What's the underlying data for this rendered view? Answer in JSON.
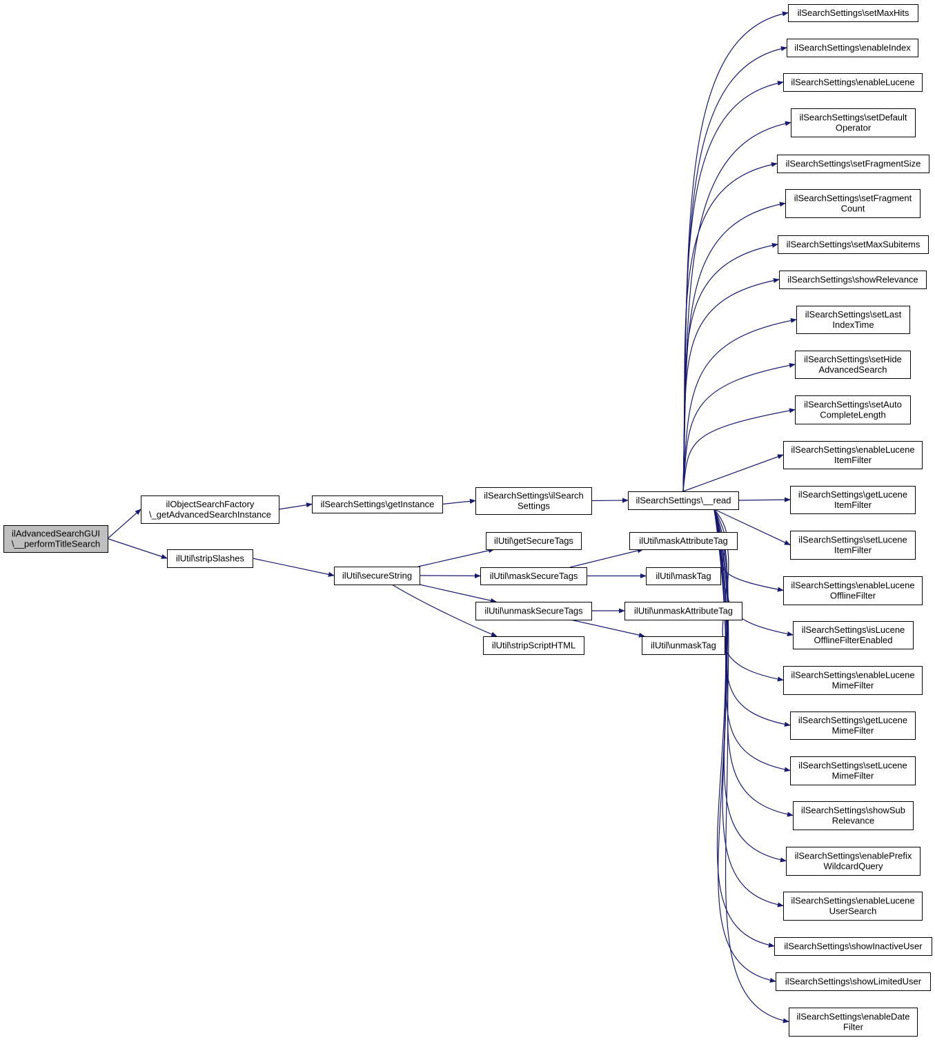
{
  "diagram": {
    "colors": {
      "edge": "#191970",
      "root_fill": "#bfbfbf",
      "node_fill": "#ffffff",
      "node_stroke": "#000000"
    },
    "nodes": [
      {
        "id": "root",
        "lines": [
          "ilAdvancedSearchGUI",
          "\\__performTitleSearch"
        ],
        "root": true
      },
      {
        "id": "factory",
        "lines": [
          "ilObjectSearchFactory",
          "\\_getAdvancedSearchInstance"
        ]
      },
      {
        "id": "getInstance",
        "lines": [
          "ilSearchSettings\\getInstance"
        ]
      },
      {
        "id": "ctor",
        "lines": [
          "ilSearchSettings\\ilSearch",
          "Settings"
        ]
      },
      {
        "id": "read",
        "lines": [
          "ilSearchSettings\\__read"
        ]
      },
      {
        "id": "stripSlashes",
        "lines": [
          "ilUtil\\stripSlashes"
        ]
      },
      {
        "id": "secureString",
        "lines": [
          "ilUtil\\secureString"
        ]
      },
      {
        "id": "getSecureTags",
        "lines": [
          "ilUtil\\getSecureTags"
        ]
      },
      {
        "id": "maskSecureTags",
        "lines": [
          "ilUtil\\maskSecureTags"
        ]
      },
      {
        "id": "unmaskSecureTags",
        "lines": [
          "ilUtil\\unmaskSecureTags"
        ]
      },
      {
        "id": "stripScriptHTML",
        "lines": [
          "ilUtil\\stripScriptHTML"
        ]
      },
      {
        "id": "maskAttributeTag",
        "lines": [
          "ilUtil\\maskAttributeTag"
        ]
      },
      {
        "id": "maskTag",
        "lines": [
          "ilUtil\\maskTag"
        ]
      },
      {
        "id": "unmaskAttributeTag",
        "lines": [
          "ilUtil\\unmaskAttributeTag"
        ]
      },
      {
        "id": "unmaskTag",
        "lines": [
          "ilUtil\\unmaskTag"
        ]
      },
      {
        "id": "r0",
        "lines": [
          "ilSearchSettings\\setMaxHits"
        ]
      },
      {
        "id": "r1",
        "lines": [
          "ilSearchSettings\\enableIndex"
        ]
      },
      {
        "id": "r2",
        "lines": [
          "ilSearchSettings\\enableLucene"
        ]
      },
      {
        "id": "r3",
        "lines": [
          "ilSearchSettings\\setDefault",
          "Operator"
        ]
      },
      {
        "id": "r4",
        "lines": [
          "ilSearchSettings\\setFragmentSize"
        ]
      },
      {
        "id": "r5",
        "lines": [
          "ilSearchSettings\\setFragment",
          "Count"
        ]
      },
      {
        "id": "r6",
        "lines": [
          "ilSearchSettings\\setMaxSubitems"
        ]
      },
      {
        "id": "r7",
        "lines": [
          "ilSearchSettings\\showRelevance"
        ]
      },
      {
        "id": "r8",
        "lines": [
          "ilSearchSettings\\setLast",
          "IndexTime"
        ]
      },
      {
        "id": "r9",
        "lines": [
          "ilSearchSettings\\setHide",
          "AdvancedSearch"
        ]
      },
      {
        "id": "r10",
        "lines": [
          "ilSearchSettings\\setAuto",
          "CompleteLength"
        ]
      },
      {
        "id": "r11",
        "lines": [
          "ilSearchSettings\\enableLucene",
          "ItemFilter"
        ]
      },
      {
        "id": "r12",
        "lines": [
          "ilSearchSettings\\getLucene",
          "ItemFilter"
        ]
      },
      {
        "id": "r13",
        "lines": [
          "ilSearchSettings\\setLucene",
          "ItemFilter"
        ]
      },
      {
        "id": "r14",
        "lines": [
          "ilSearchSettings\\enableLucene",
          "OfflineFilter"
        ]
      },
      {
        "id": "r15",
        "lines": [
          "ilSearchSettings\\isLucene",
          "OfflineFilterEnabled"
        ]
      },
      {
        "id": "r16",
        "lines": [
          "ilSearchSettings\\enableLucene",
          "MimeFilter"
        ]
      },
      {
        "id": "r17",
        "lines": [
          "ilSearchSettings\\getLucene",
          "MimeFilter"
        ]
      },
      {
        "id": "r18",
        "lines": [
          "ilSearchSettings\\setLucene",
          "MimeFilter"
        ]
      },
      {
        "id": "r19",
        "lines": [
          "ilSearchSettings\\showSub",
          "Relevance"
        ]
      },
      {
        "id": "r20",
        "lines": [
          "ilSearchSettings\\enablePrefix",
          "WildcardQuery"
        ]
      },
      {
        "id": "r21",
        "lines": [
          "ilSearchSettings\\enableLucene",
          "UserSearch"
        ]
      },
      {
        "id": "r22",
        "lines": [
          "ilSearchSettings\\showInactiveUser"
        ]
      },
      {
        "id": "r23",
        "lines": [
          "ilSearchSettings\\showLimitedUser"
        ]
      },
      {
        "id": "r24",
        "lines": [
          "ilSearchSettings\\enableDate",
          "Filter"
        ]
      }
    ],
    "edges": [
      [
        "root",
        "factory"
      ],
      [
        "root",
        "stripSlashes"
      ],
      [
        "factory",
        "getInstance"
      ],
      [
        "getInstance",
        "ctor"
      ],
      [
        "ctor",
        "read"
      ],
      [
        "stripSlashes",
        "secureString"
      ],
      [
        "secureString",
        "getSecureTags"
      ],
      [
        "secureString",
        "maskSecureTags"
      ],
      [
        "secureString",
        "unmaskSecureTags"
      ],
      [
        "secureString",
        "stripScriptHTML"
      ],
      [
        "maskSecureTags",
        "maskAttributeTag"
      ],
      [
        "maskSecureTags",
        "maskTag"
      ],
      [
        "unmaskSecureTags",
        "unmaskAttributeTag"
      ],
      [
        "unmaskSecureTags",
        "unmaskTag"
      ],
      [
        "read",
        "r0"
      ],
      [
        "read",
        "r1"
      ],
      [
        "read",
        "r2"
      ],
      [
        "read",
        "r3"
      ],
      [
        "read",
        "r4"
      ],
      [
        "read",
        "r5"
      ],
      [
        "read",
        "r6"
      ],
      [
        "read",
        "r7"
      ],
      [
        "read",
        "r8"
      ],
      [
        "read",
        "r9"
      ],
      [
        "read",
        "r10"
      ],
      [
        "read",
        "r11"
      ],
      [
        "read",
        "r12"
      ],
      [
        "read",
        "r13"
      ],
      [
        "read",
        "r14"
      ],
      [
        "read",
        "r15"
      ],
      [
        "read",
        "r16"
      ],
      [
        "read",
        "r17"
      ],
      [
        "read",
        "r18"
      ],
      [
        "read",
        "r19"
      ],
      [
        "read",
        "r20"
      ],
      [
        "read",
        "r21"
      ],
      [
        "read",
        "r22"
      ],
      [
        "read",
        "r23"
      ],
      [
        "read",
        "r24"
      ]
    ]
  }
}
